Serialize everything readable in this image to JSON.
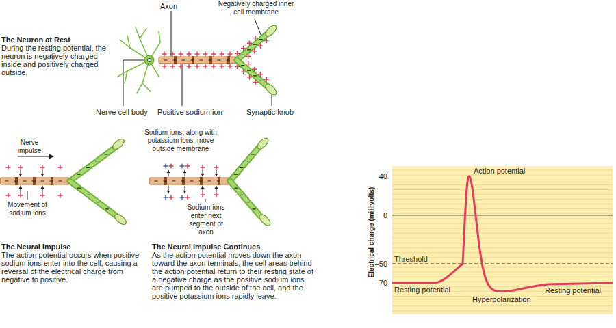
{
  "diagram": {
    "labels": [
      "Axon",
      "Negatively charged inner cell membrane",
      "The Neuron at Rest",
      "During the resting potential, the neuron is negatively charged inside and positively charged outside.",
      "Nerve cell body",
      "Positive sodium ion",
      "Synaptic knob",
      "Nerve impulse",
      "Movement of sodium ions",
      "Sodium ions, along with potassium ions, move outside membrane",
      "Sodium ions enter next segment of axon",
      "The Neural Impulse",
      "The action potential occurs when positive sodium ions enter into the cell, causing a reversal of the electrical charge from negative to positive.",
      "The Neural Impulse Continues",
      "As the action potential moves down the axon toward the axon terminals, the cell areas behind the action potential return to their resting state of a negative charge as the positive sodium ions are pumped to the outside of the cell, and the positive potassium ions rapidly leave.",
      "40",
      "0",
      "–50",
      "–70",
      "Electrical charge (millivolts)",
      "Action potential",
      "Threshold",
      "Resting potential",
      "Hyperpolarization",
      "Resting potential"
    ]
  }
}
